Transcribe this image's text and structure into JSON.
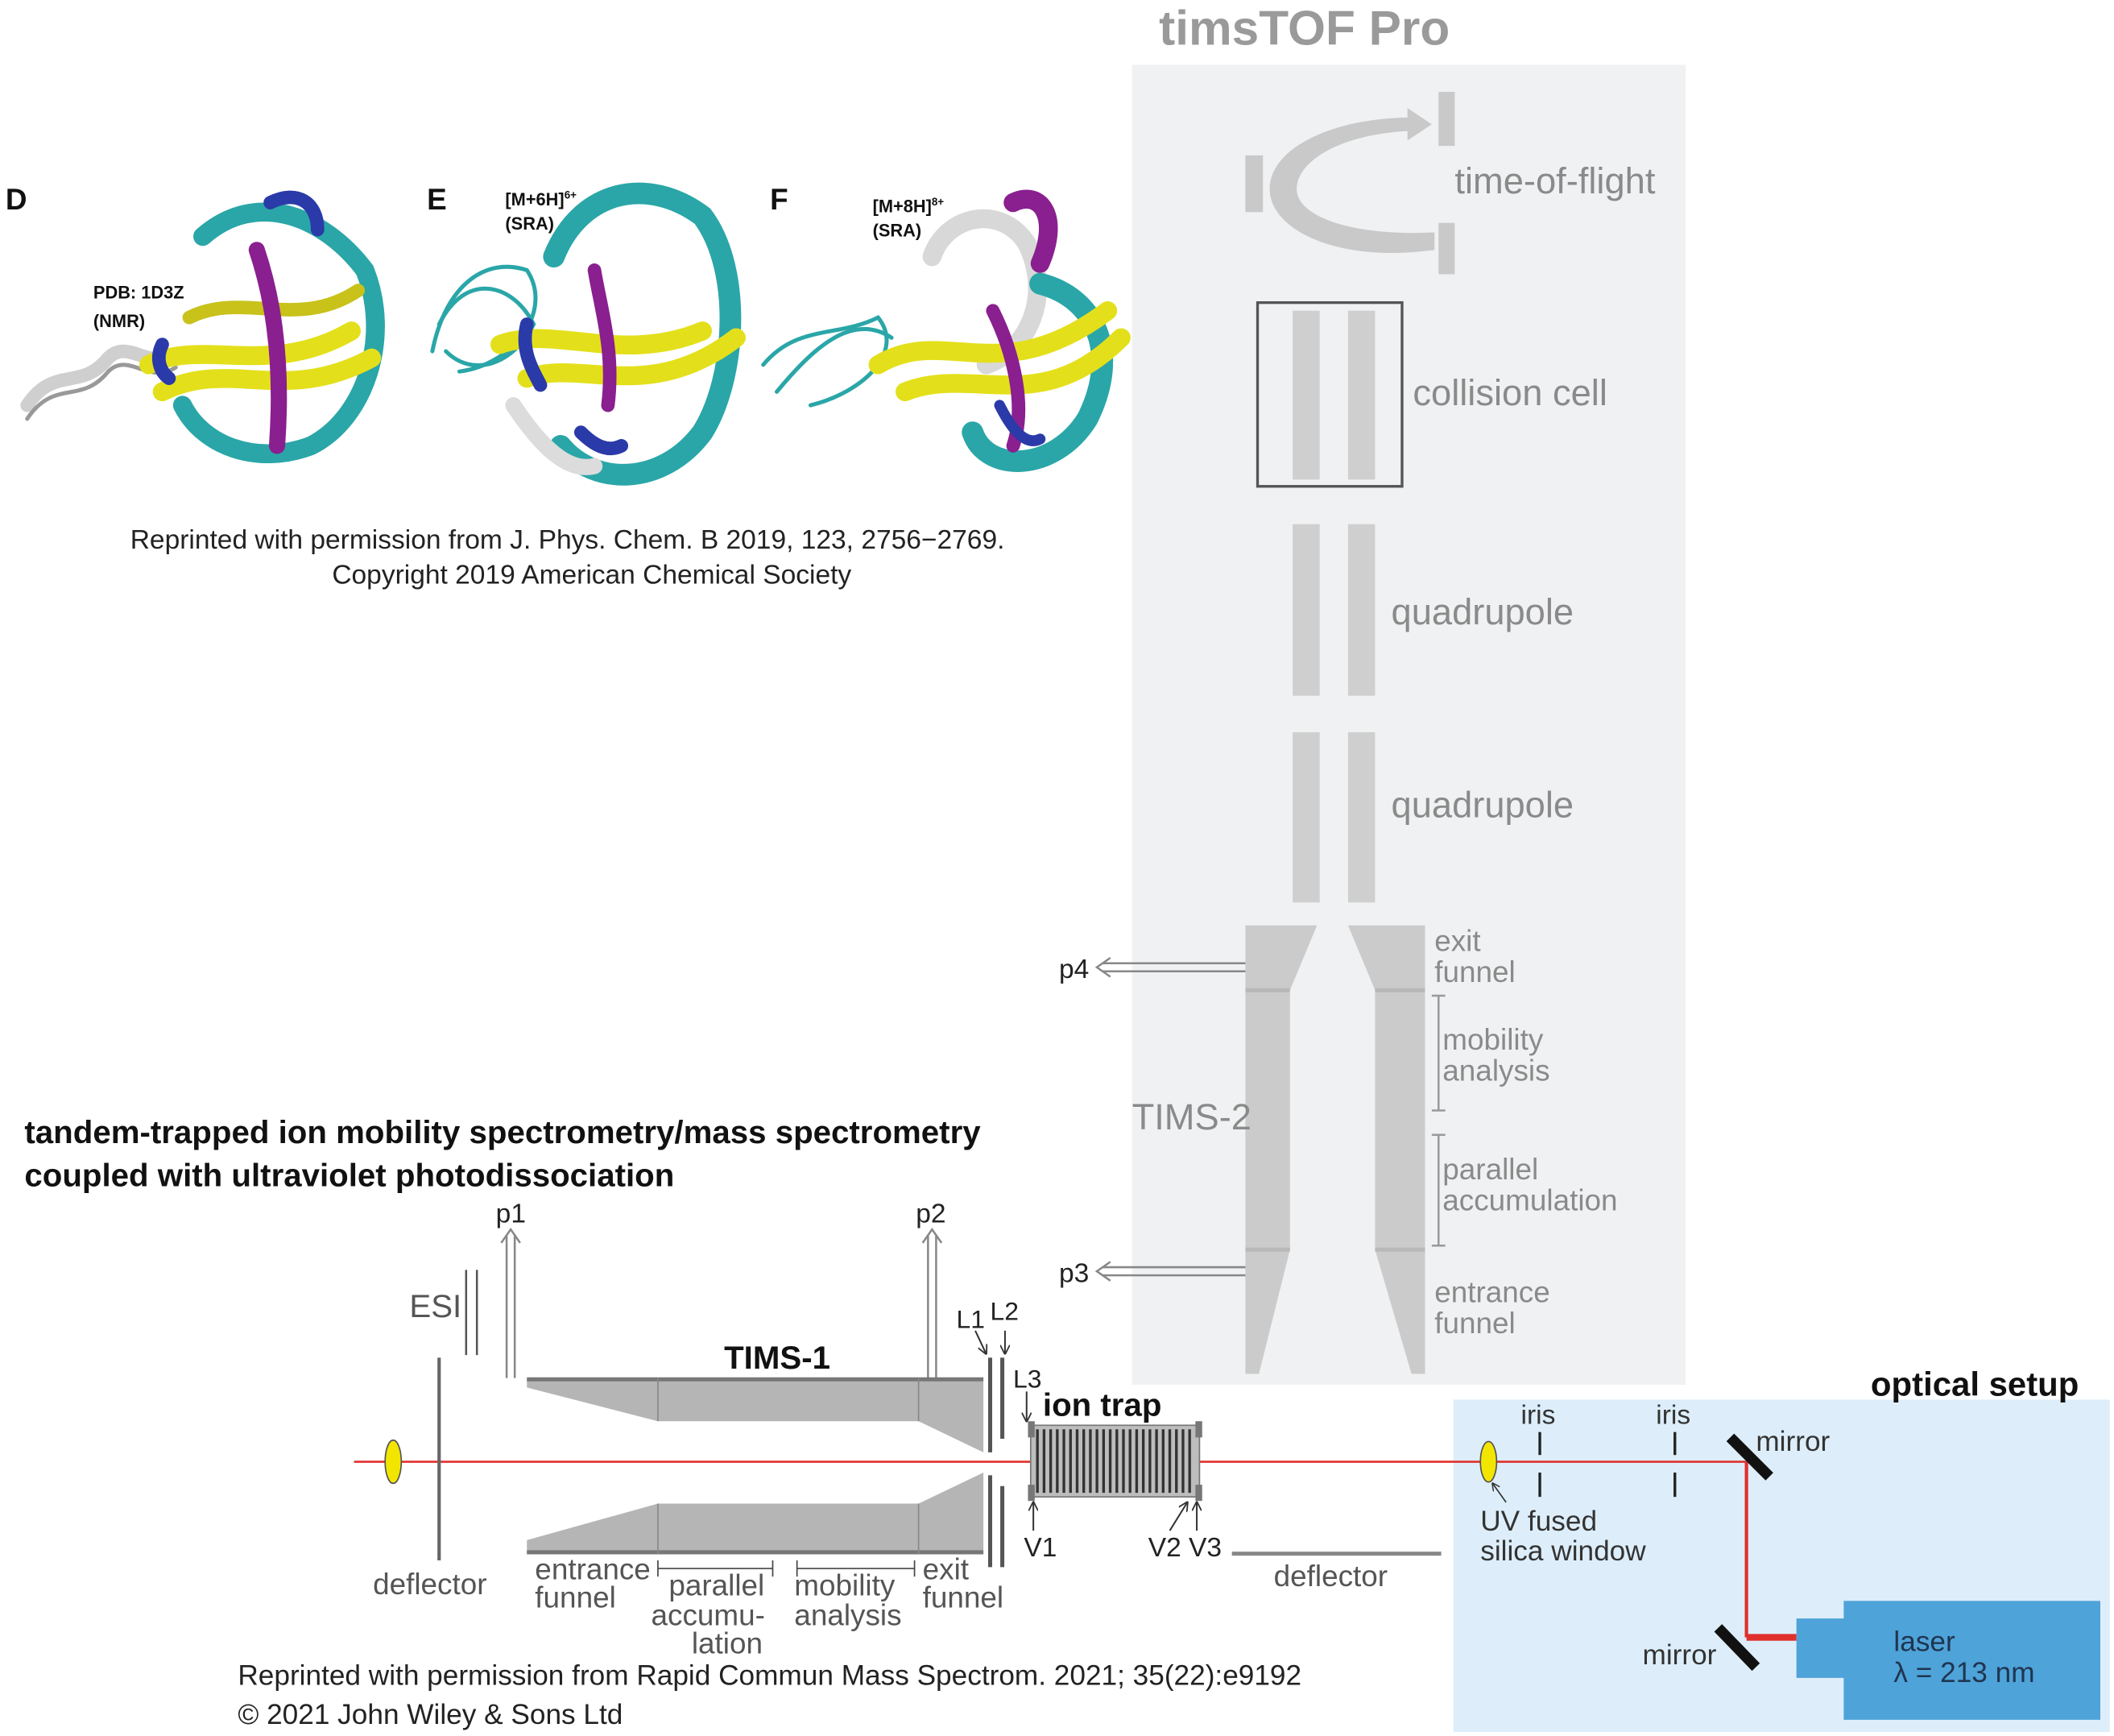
{
  "colors": {
    "panel_gray": "#f0f1f2",
    "optical_bg": "#ddeefa",
    "laser": "#4ea3d9",
    "beam": "#e0302c",
    "lens": "#f2e600",
    "instrument_gray": "#b5b5b5"
  },
  "protein_panels": [
    {
      "letter": "D",
      "label_line1": "PDB: 1D3Z",
      "label_line2": "(NMR)"
    },
    {
      "letter": "E",
      "label_line1": "[M+6H]",
      "label_sup": "6+",
      "label_line2": "(SRA)"
    },
    {
      "letter": "F",
      "label_line1": "[M+8H]",
      "label_sup": "8+",
      "label_line2": "(SRA)"
    }
  ],
  "credit_top": {
    "line1": "Reprinted with permission from J. Phys. Chem. B 2019, 123, 2756−2769.",
    "line2": "Copyright 2019 American Chemical Society"
  },
  "timstof": {
    "title": "timsTOF Pro",
    "tof_label": "time-of-flight",
    "collision_label": "collision cell",
    "quad1_label": "quadrupole",
    "quad2_label": "quadrupole",
    "tims2_label": "TIMS-2",
    "exit_funnel": [
      "exit",
      "funnel"
    ],
    "mobility_analysis": [
      "mobility",
      "analysis"
    ],
    "parallel_accumulation": [
      "parallel",
      "accumulation"
    ],
    "entrance_funnel": [
      "entrance",
      "funnel"
    ],
    "p4": "p4",
    "p3": "p3"
  },
  "main_title": {
    "line1": "tandem-trapped ion mobility spectrometry/mass spectrometry",
    "line2": "coupled with ultraviolet photodissociation"
  },
  "tims1": {
    "title": "TIMS-1",
    "esi": "ESI",
    "p1": "p1",
    "p2": "p2",
    "deflector_left": "deflector",
    "entrance_funnel": [
      "entrance",
      "funnel"
    ],
    "parallel_accumulation": [
      "parallel",
      "accumu-",
      "lation"
    ],
    "mobility_analysis": [
      "mobility",
      "analysis"
    ],
    "exit_funnel": [
      "exit",
      "funnel"
    ],
    "l1": "L1",
    "l2": "L2",
    "l3": "L3",
    "ion_trap": "ion trap",
    "v1": "V1",
    "v2v3": "V2 V3",
    "deflector_right": "deflector"
  },
  "optical": {
    "title": "optical setup",
    "iris1": "iris",
    "iris2": "iris",
    "mirror1": "mirror",
    "mirror2": "mirror",
    "window": [
      "UV fused",
      "silica window"
    ],
    "laser": "laser",
    "wavelength": "λ = 213 nm"
  },
  "credit_bottom": {
    "line1": "Reprinted with permission from Rapid Commun Mass Spectrom. 2021; 35(22):e9192",
    "line2": "© 2021 John Wiley & Sons Ltd"
  }
}
